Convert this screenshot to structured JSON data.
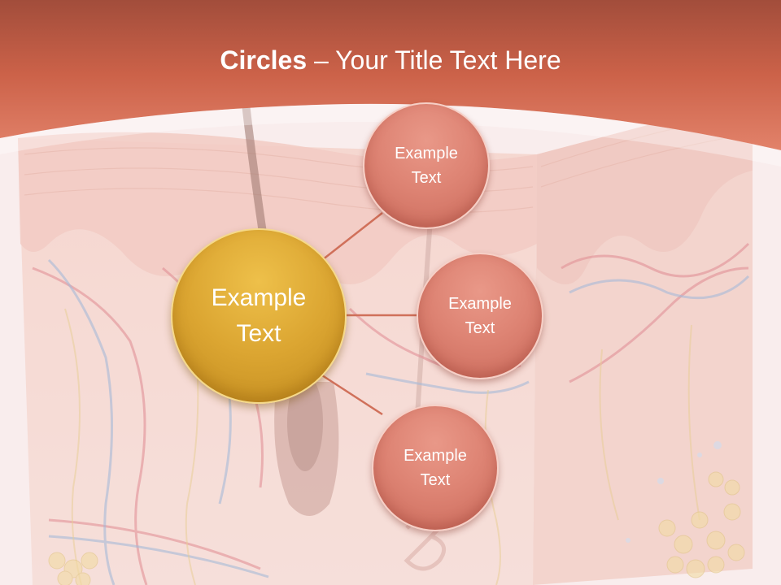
{
  "slide": {
    "title_bold": "Circles",
    "title_rest": " – Your Title Text Here"
  },
  "diagram": {
    "center": {
      "line1": "Example",
      "line2": "Text"
    },
    "nodes": [
      {
        "line1": "Example",
        "line2": "Text"
      },
      {
        "line1": "Example",
        "line2": "Text"
      },
      {
        "line1": "Example",
        "line2": "Text"
      }
    ]
  },
  "colors": {
    "header": "#d46a50",
    "center_circle": "#dba531",
    "outer_circles": "#de8474",
    "connectors": "#d0705a"
  }
}
